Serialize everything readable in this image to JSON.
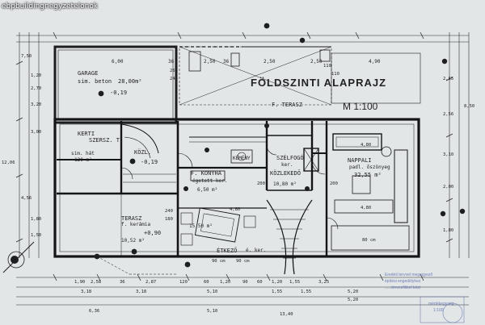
{
  "watermark": "ebpbuildingnegyzetelonok",
  "title": "FÖLDSZINTI ALAPRAJZ",
  "scale": "M 1:100",
  "rooms": {
    "garage": {
      "name": "GARAGE",
      "floor": "sim. beton",
      "area": "28,00m²",
      "level": "-0,19"
    },
    "garden": {
      "name": "KERTI",
      "name2": "SZERSZ. T."
    },
    "storage": {
      "name": "KÖZL.",
      "area": "120 m²"
    },
    "hallway": {
      "area_left": "sim. hát",
      "area_level": "-0,19"
    },
    "kitchen": {
      "name": "F. KONYHA",
      "floor": "égetett ker.",
      "area": "6,50 m²"
    },
    "porch": {
      "name": "F. TERASZ"
    },
    "windbreak": {
      "name": "SZÉLFOGÓ",
      "floor": "ker."
    },
    "corridor": {
      "name": "KÖZLEKEDŐ",
      "area": "10,80 m²"
    },
    "living": {
      "name": "NAPPALI",
      "floor": "padl. őszönyeg",
      "area": "32,55 m²"
    },
    "dining": {
      "name": "ÉTKEZŐ",
      "floor": "é. ker.",
      "area": "15,50 m²"
    },
    "terrace": {
      "name": "TERASZ",
      "floor": "f. kerámia",
      "level": "+0,90",
      "area": "10,52 m²"
    },
    "shed_label": "KÉMÉNY"
  },
  "dimensions": {
    "top": [
      "6,00",
      "2,50",
      "2,50",
      "2,50",
      "4,90",
      "36",
      "36"
    ],
    "top_row2": [
      "260",
      "240",
      "110",
      "110"
    ],
    "left": [
      "7,50",
      "1,20",
      "4,56",
      "1,80",
      "12,06",
      "3,20",
      "2,70",
      "3,00",
      "1,50"
    ],
    "right": [
      "8,50",
      "2,65",
      "2,56",
      "3,10",
      "2,00",
      "1,80"
    ],
    "bottom_row1": [
      "1,90",
      "2,58",
      "36",
      "2,87",
      "120",
      "60",
      "1,20",
      "90",
      "60",
      "1,20",
      "1,55",
      "3,25"
    ],
    "bottom_row2": [
      "3,18",
      "3,18",
      "5,10",
      "1,55",
      "1,55",
      "5,20",
      "5,20"
    ],
    "bottom_row3": [
      "6,36",
      "5,10",
      "13,40"
    ],
    "misc": [
      "4,80",
      "4,80",
      "200",
      "200",
      "240",
      "180",
      "90 cm",
      "90 cm",
      "80 cm",
      "4,80"
    ]
  },
  "stamp_lines": [
    "Eredeti tervvel megegyező",
    "építési engedélyhez",
    "......tervezőkkel közt",
    "mértékegység",
    "1:100"
  ]
}
